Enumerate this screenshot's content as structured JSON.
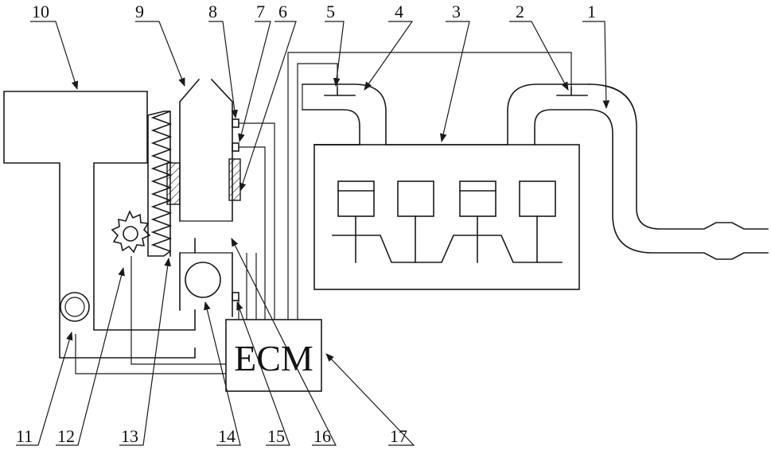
{
  "ecm_label": "ECM",
  "labels": {
    "n1": "1",
    "n2": "2",
    "n3": "3",
    "n4": "4",
    "n5": "5",
    "n6": "6",
    "n7": "7",
    "n8": "8",
    "n9": "9",
    "n10": "10",
    "n11": "11",
    "n12": "12",
    "n13": "13",
    "n14": "14",
    "n15": "15",
    "n16": "16",
    "n17": "17"
  },
  "colors": {
    "line": "#1a1a1a",
    "background": "#ffffff"
  }
}
